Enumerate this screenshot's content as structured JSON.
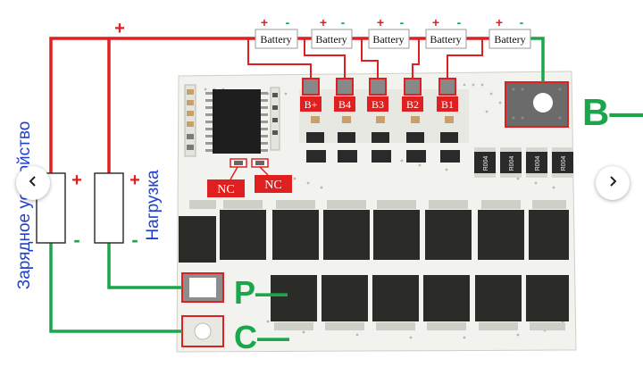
{
  "diagram": {
    "top_plus": "+",
    "battery_label": "Battery",
    "battery_polarity": {
      "plus": "+",
      "minus": "-"
    },
    "batteries": [
      {
        "label": "Battery"
      },
      {
        "label": "Battery"
      },
      {
        "label": "Battery"
      },
      {
        "label": "Battery"
      },
      {
        "label": "Battery"
      }
    ],
    "pads": [
      "B+",
      "B4",
      "B3",
      "B2",
      "B1"
    ],
    "nc_labels": [
      "NC",
      "NC"
    ],
    "terminals": {
      "b_minus": "B—",
      "p_minus": "P—",
      "c_minus": "C—"
    },
    "charger": {
      "label": "Зарядное устройство",
      "plus": "+",
      "minus": "-"
    },
    "load": {
      "label": "Нагрузка",
      "plus": "+",
      "minus": "-"
    },
    "resistor_codes": [
      "R004",
      "R004",
      "R004",
      "R004"
    ],
    "colors": {
      "positive_wire": "#e02020",
      "negative_wire": "#1aa64a",
      "label_blue": "#2040d0",
      "pcb": "#f2f2ee"
    }
  },
  "carousel": {
    "prev_icon": "chevron-left-icon",
    "next_icon": "chevron-right-icon"
  }
}
